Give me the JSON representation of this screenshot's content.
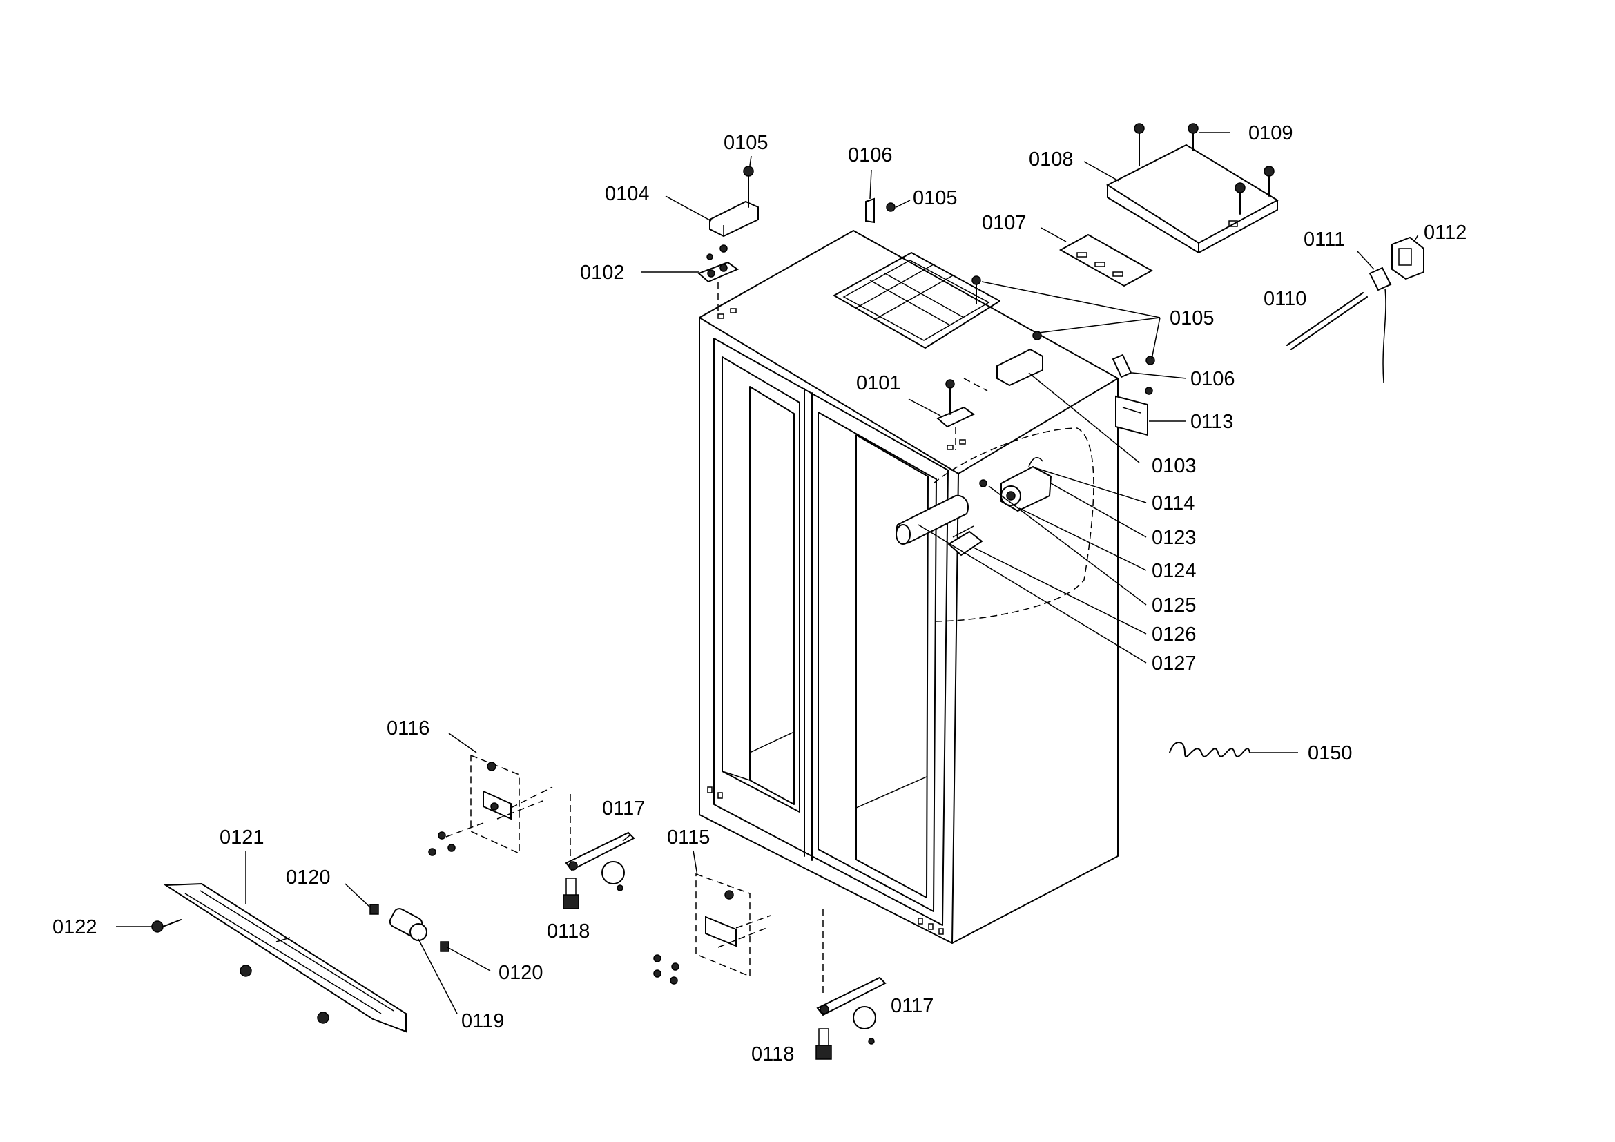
{
  "labels": [
    {
      "id": "c0105a",
      "text": "0105"
    },
    {
      "id": "c0104",
      "text": "0104"
    },
    {
      "id": "c0102",
      "text": "0102"
    },
    {
      "id": "c0106a",
      "text": "0106"
    },
    {
      "id": "c0105b",
      "text": "0105"
    },
    {
      "id": "c0108",
      "text": "0108"
    },
    {
      "id": "c0109",
      "text": "0109"
    },
    {
      "id": "c0107",
      "text": "0107"
    },
    {
      "id": "c0111",
      "text": "0111"
    },
    {
      "id": "c0112",
      "text": "0112"
    },
    {
      "id": "c0110",
      "text": "0110"
    },
    {
      "id": "c0105c",
      "text": "0105"
    },
    {
      "id": "c0106b",
      "text": "0106"
    },
    {
      "id": "c0113",
      "text": "0113"
    },
    {
      "id": "c0101",
      "text": "0101"
    },
    {
      "id": "c0103",
      "text": "0103"
    },
    {
      "id": "c0114",
      "text": "0114"
    },
    {
      "id": "c0123",
      "text": "0123"
    },
    {
      "id": "c0124",
      "text": "0124"
    },
    {
      "id": "c0125",
      "text": "0125"
    },
    {
      "id": "c0126",
      "text": "0126"
    },
    {
      "id": "c0127",
      "text": "0127"
    },
    {
      "id": "c0150",
      "text": "0150"
    },
    {
      "id": "c0116",
      "text": "0116"
    },
    {
      "id": "c0117a",
      "text": "0117"
    },
    {
      "id": "c0115",
      "text": "0115"
    },
    {
      "id": "c0121",
      "text": "0121"
    },
    {
      "id": "c0120a",
      "text": "0120"
    },
    {
      "id": "c0118a",
      "text": "0118"
    },
    {
      "id": "c0122",
      "text": "0122"
    },
    {
      "id": "c0120b",
      "text": "0120"
    },
    {
      "id": "c0119",
      "text": "0119"
    },
    {
      "id": "c0117b",
      "text": "0117"
    },
    {
      "id": "c0118b",
      "text": "0118"
    }
  ]
}
